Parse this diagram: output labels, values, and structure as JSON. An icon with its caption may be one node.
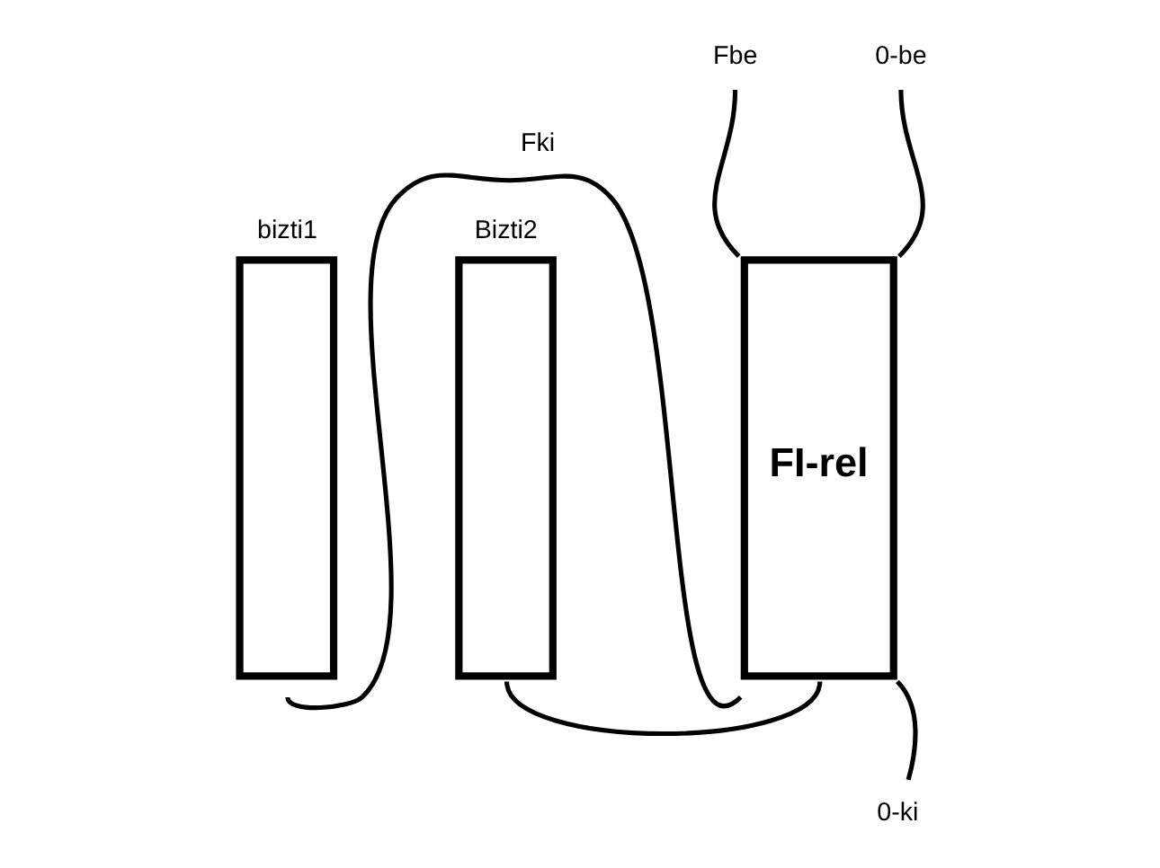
{
  "diagram": {
    "nodes": [
      {
        "text": [
          "bizti1"
        ]
      },
      {
        "text": [
          "Bizti2"
        ]
      },
      {
        "text": [
          "FI-rel"
        ]
      },
      {
        "text": [
          "Fbe"
        ]
      },
      {
        "text": [
          "0-be"
        ]
      },
      {
        "text": [
          "0-ki"
        ]
      }
    ],
    "edges": [
      {
        "from": 3,
        "to": 2,
        "arrow": "none"
      },
      {
        "from": 4,
        "to": 2,
        "arrow": "none"
      },
      {
        "from": 0,
        "to": 2,
        "arrow": "none",
        "label": "Fki"
      },
      {
        "from": 1,
        "to": 2,
        "arrow": "none"
      },
      {
        "from": 2,
        "to": 5,
        "arrow": "none"
      }
    ]
  }
}
